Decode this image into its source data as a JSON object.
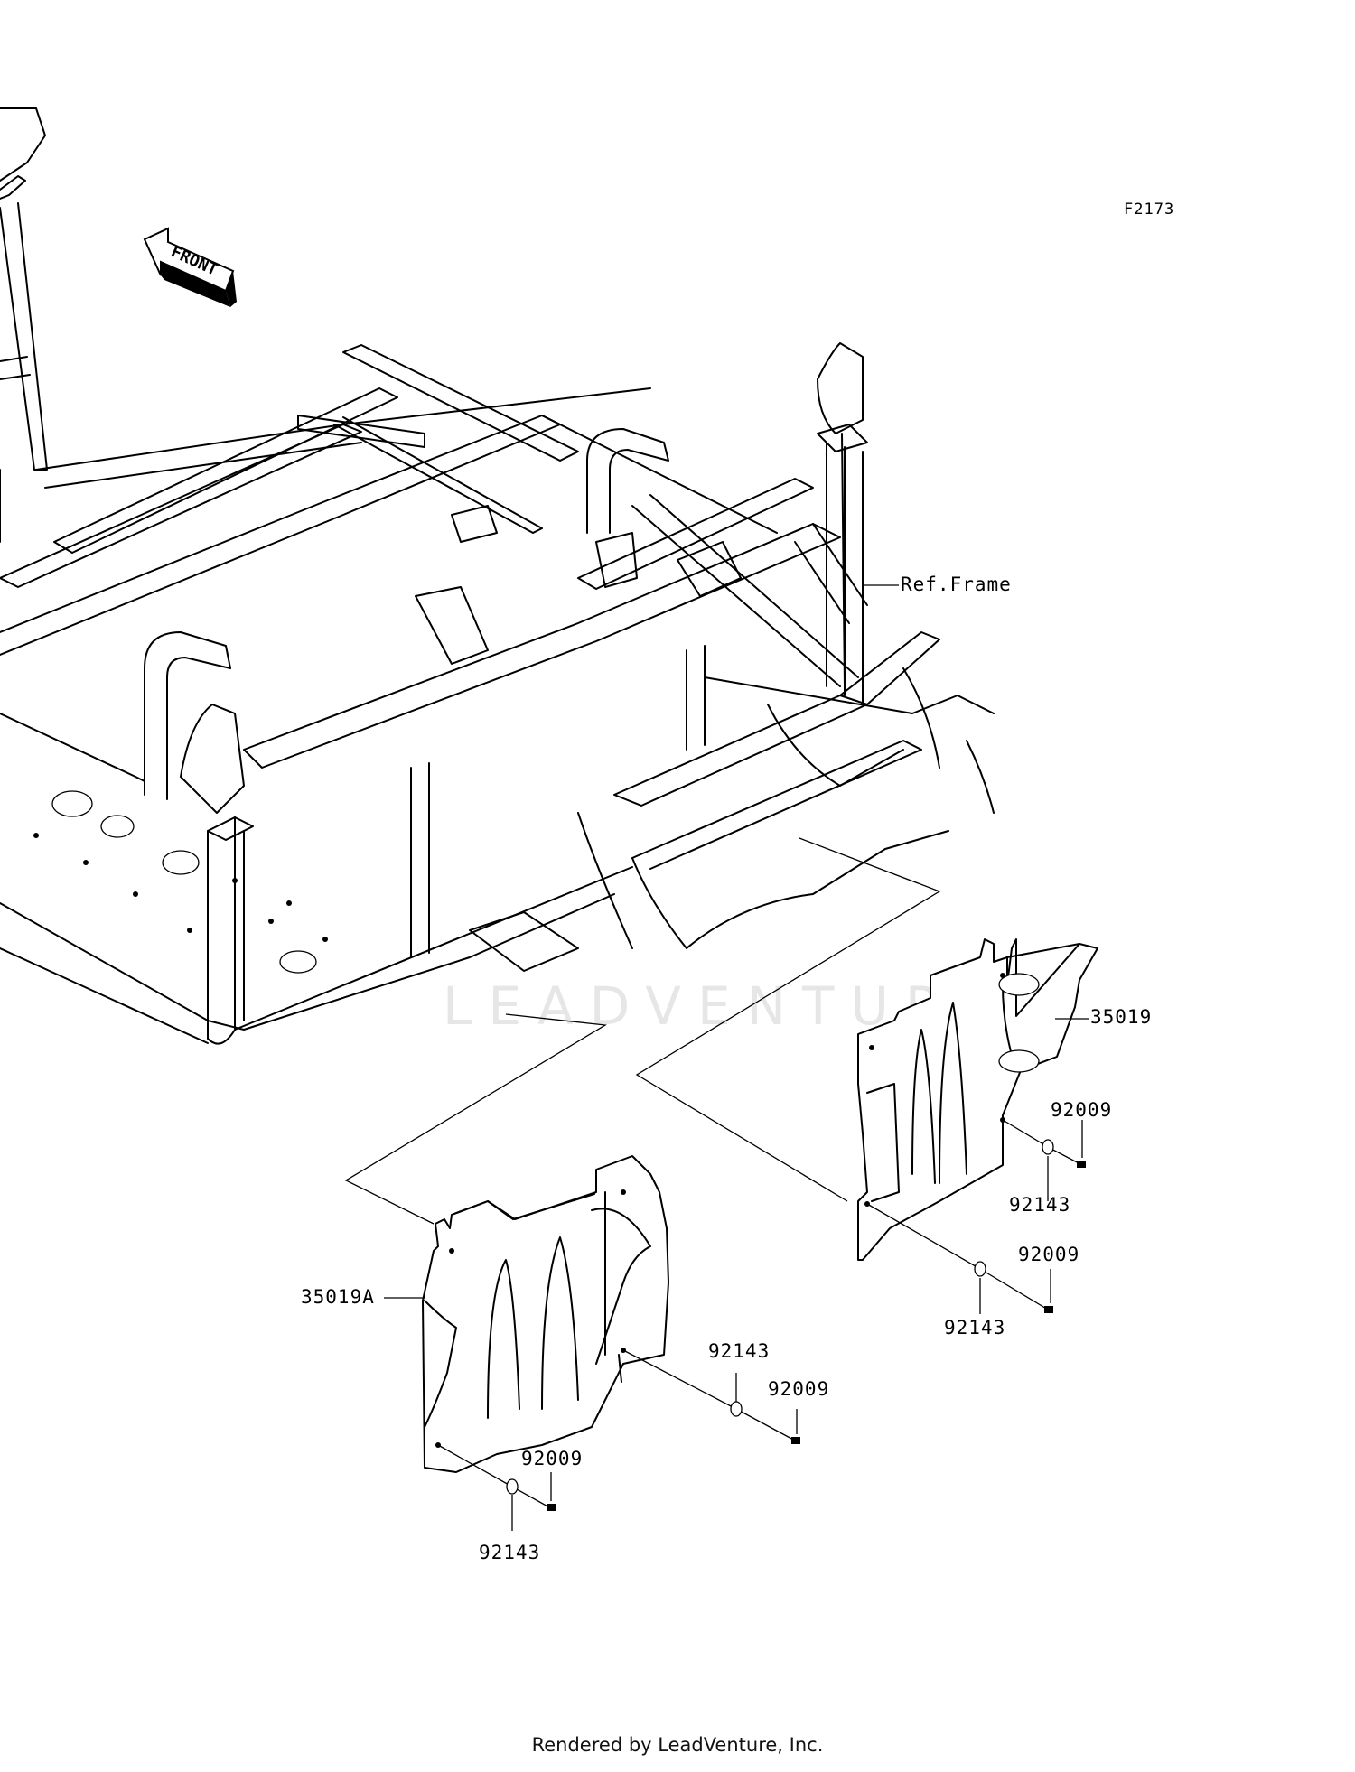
{
  "diagram": {
    "code": "F2173",
    "front_label": "FRONT",
    "ref_frame_label": "Ref.Frame",
    "watermark": "LEADVENTURE",
    "footer": "Rendered by LeadVenture, Inc.",
    "callouts": [
      {
        "id": "c1",
        "text": "35019"
      },
      {
        "id": "c2",
        "text": "92009"
      },
      {
        "id": "c3",
        "text": "92143"
      },
      {
        "id": "c4",
        "text": "92009"
      },
      {
        "id": "c5",
        "text": "92143"
      },
      {
        "id": "c6",
        "text": "35019A"
      },
      {
        "id": "c7",
        "text": "92143"
      },
      {
        "id": "c8",
        "text": "92009"
      },
      {
        "id": "c9",
        "text": "92009"
      },
      {
        "id": "c10",
        "text": "92143"
      }
    ]
  }
}
